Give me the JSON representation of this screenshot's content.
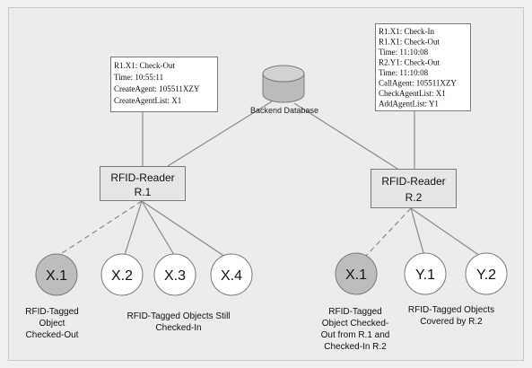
{
  "database": {
    "label": "Backend Database"
  },
  "readers": [
    {
      "title": "RFID-Reader",
      "id": "R.1"
    },
    {
      "title": "RFID-Reader",
      "id": "R.2"
    }
  ],
  "log_r1": [
    "R1.X1: Check-Out",
    "Time: 10:55:11",
    "CreateAgent: 105511XZY",
    "CreateAgentList: X1"
  ],
  "log_r2": [
    "R1.X1: Check-In",
    "R1.X1: Check-Out",
    "Time: 11:10:08",
    "R2.Y1: Check-Out",
    "Time: 11:10:08",
    "CallAgent: 105511XZY",
    "CheckAgentList: X1",
    "AddAgentList: Y1"
  ],
  "objects": [
    {
      "label": "X.1",
      "state": "checked-out"
    },
    {
      "label": "X.2",
      "state": "normal"
    },
    {
      "label": "X.3",
      "state": "normal"
    },
    {
      "label": "X.4",
      "state": "normal"
    },
    {
      "label": "X.1",
      "state": "checked-out"
    },
    {
      "label": "Y.1",
      "state": "normal"
    },
    {
      "label": "Y.2",
      "state": "normal"
    }
  ],
  "captions": {
    "left_checked_out": [
      "RFID-Tagged",
      "Object",
      "Checked-Out"
    ],
    "still_checked_in": [
      "RFID-Tagged Objects Still",
      "Checked-In"
    ],
    "right_checked_out": [
      "RFID-Tagged",
      "Object Checked-",
      "Out from R.1 and",
      "Checked-In R.2"
    ],
    "covered_by_r2": [
      "RFID-Tagged Objects",
      "Covered by R.2"
    ]
  },
  "colors": {
    "background": "#efefef",
    "checked_out_fill": "#bdbdbd",
    "normal_fill": "#ffffff",
    "reader_fill": "#e6e6e6",
    "line": "#8a8a8a"
  }
}
